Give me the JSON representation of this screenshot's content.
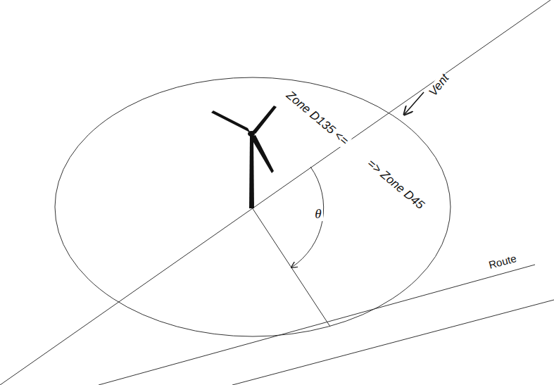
{
  "diagram": {
    "labels": [
      "Vent",
      "Zone D135 <=",
      "=> Zone D45",
      "θ",
      "Route"
    ]
  }
}
